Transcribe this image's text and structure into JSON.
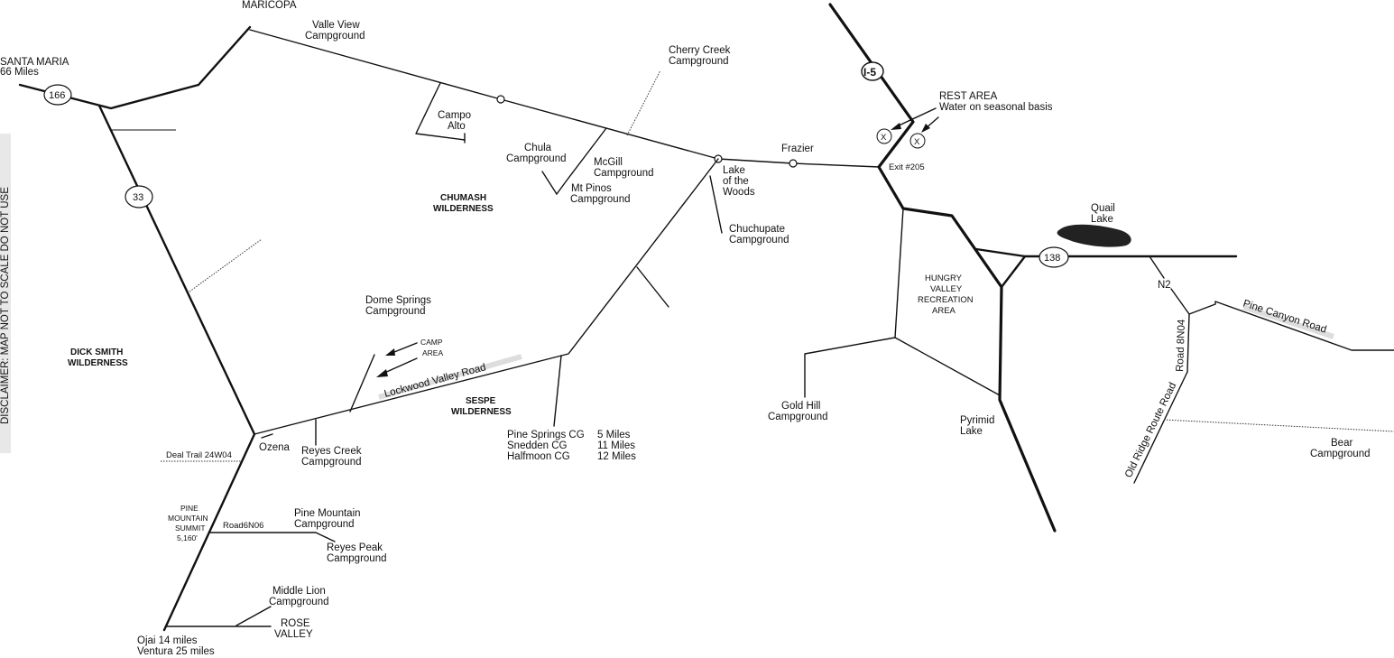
{
  "map": {
    "disclaimer": "DISCLAIMER: MAP NOT TO SCALE   DO NOT USE",
    "shields": {
      "hwy166": "166",
      "hwy33": "33",
      "i5": "I-5",
      "hwy138": "138"
    },
    "places": {
      "maricopa": "MARICOPA",
      "santa_maria": "SANTA MARIA",
      "santa_maria_dist": "66 Miles",
      "valle_view_1": "Valle View",
      "valle_view_2": "Campground",
      "cherry_creek_1": "Cherry Creek",
      "cherry_creek_2": "Campground",
      "campo_alto_1": "Campo",
      "campo_alto_2": "Alto",
      "chula_1": "Chula",
      "chula_2": "Campground",
      "mcgill_1": "McGill",
      "mcgill_2": "Campground",
      "mt_pinos_1": "Mt Pinos",
      "mt_pinos_2": "Campground",
      "frazier": "Frazier",
      "lake_woods_1": "Lake",
      "lake_woods_2": "of the",
      "lake_woods_3": "Woods",
      "chuchupate_1": "Chuchupate",
      "chuchupate_2": "Campground",
      "rest_area_1": "REST AREA",
      "rest_area_2": "Water on seasonal basis",
      "exit": "Exit #205",
      "quail_1": "Quail",
      "quail_2": "Lake",
      "n2": "N2",
      "pine_canyon": "Pine Canyon Road",
      "road_8n04": "Road 8N04",
      "old_ridge": "Old Ridge Route Road",
      "bear_1": "Bear",
      "bear_2": "Campground",
      "hungry_1": "HUNGRY",
      "hungry_2": "VALLEY",
      "hungry_3": "RECREATION",
      "hungry_4": "AREA",
      "gold_hill_1": "Gold Hill",
      "gold_hill_2": "Campground",
      "pyramid_1": "Pyrimid",
      "pyramid_2": "Lake",
      "chumash_1": "CHUMASH",
      "chumash_2": "WILDERNESS",
      "dick_smith_1": "DICK SMITH",
      "dick_smith_2": "WILDERNESS",
      "sespe_1": "SESPE",
      "sespe_2": "WILDERNESS",
      "dome_1": "Dome Springs",
      "dome_2": "Campground",
      "camp_area_1": "CAMP",
      "camp_area_2": "AREA",
      "lockwood": "Lockwood Valley Road",
      "pine_springs": "Pine Springs CG",
      "pine_springs_dist": "5 Miles",
      "snedden": "Snedden CG",
      "snedden_dist": "11 Miles",
      "halfmoon": "Halfmoon CG",
      "halfmoon_dist": "12 Miles",
      "ozena": "Ozena",
      "reyes_creek_1": "Reyes Creek",
      "reyes_creek_2": "Campground",
      "deal_trail": "Deal Trail 24W04",
      "pine_mtn_1": "PINE",
      "pine_mtn_2": "MOUNTAIN",
      "pine_mtn_3": "SUMMIT",
      "pine_mtn_4": "5,160'",
      "road_6n06": "Road6N06",
      "pine_mtn_cg_1": "Pine Mountain",
      "pine_mtn_cg_2": "Campground",
      "reyes_peak_1": "Reyes Peak",
      "reyes_peak_2": "Campground",
      "middle_lion_1": "Middle Lion",
      "middle_lion_2": "Campground",
      "rose_1": "ROSE",
      "rose_2": "VALLEY",
      "ojai": "Ojai 14 miles",
      "ventura": "Ventura 25 miles",
      "rest_marker": "X"
    }
  }
}
